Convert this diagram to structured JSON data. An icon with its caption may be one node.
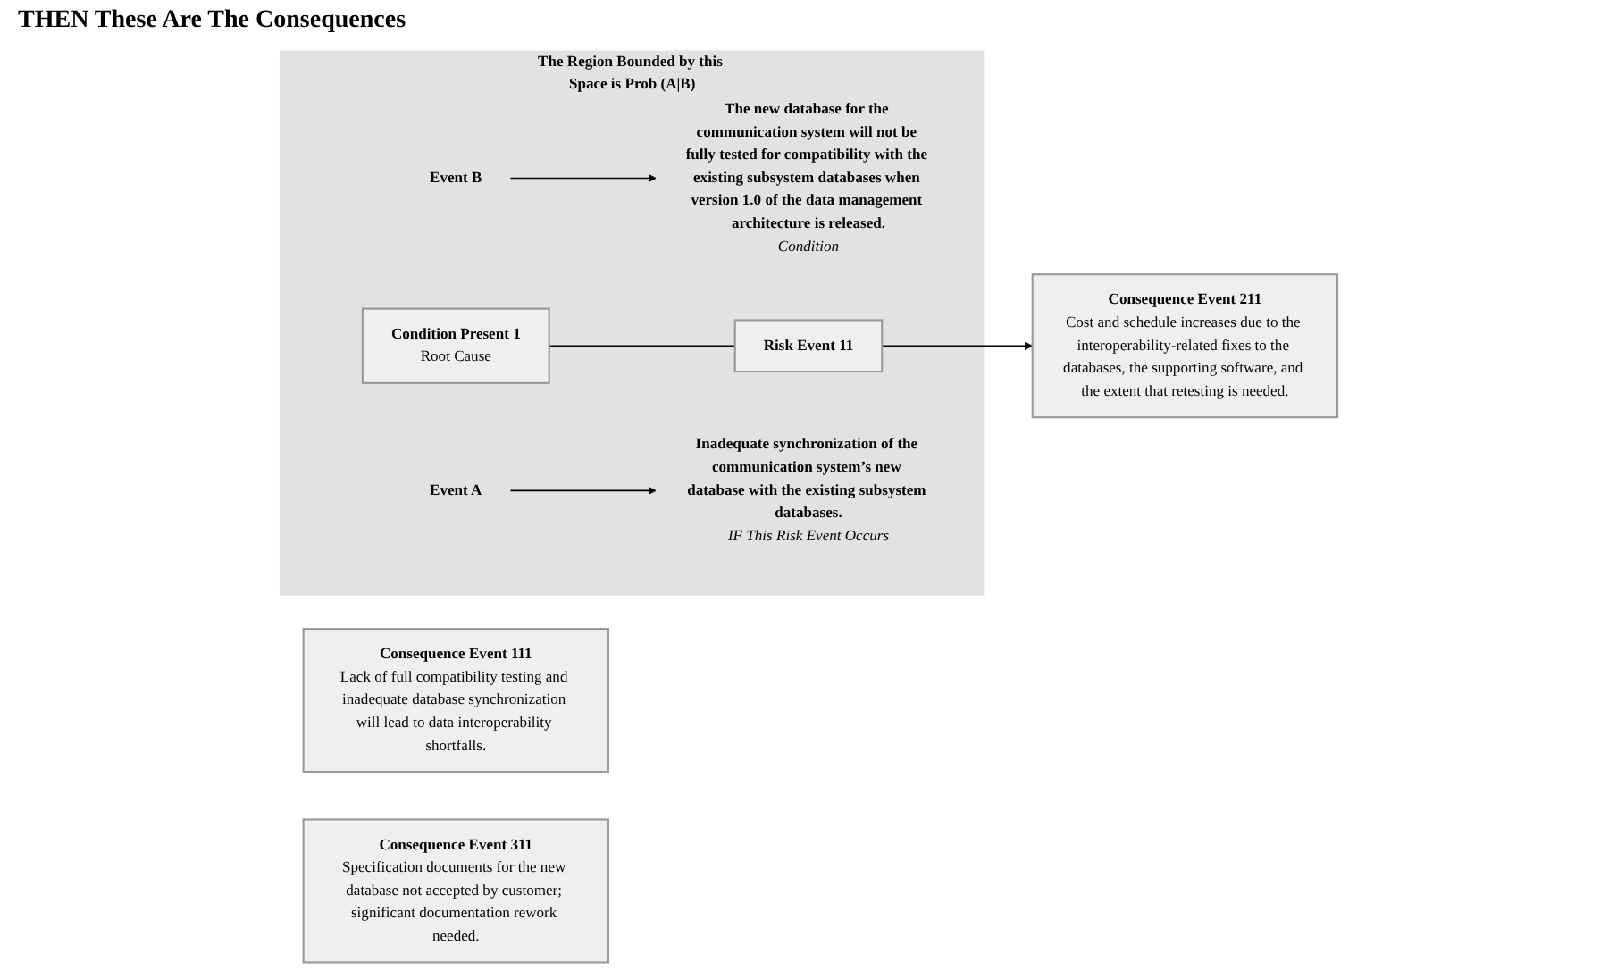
{
  "diagram": {
    "nodes": [
      {
        "text": [
          "The Region Bounded by this Space is Prob (A|B)"
        ]
      },
      {
        "text": [
          "Condition Present 1",
          "Root Cause"
        ],
        "in": 0
      },
      {
        "text": [
          "Event B"
        ],
        "in": 0
      },
      {
        "text": [
          "The new database for the communication system will not be fully tested for compatibility with the existing subsystem databases when version 1.0 of the data management architecture is released."
        ],
        "in": 0,
        "beside": [
          "Condition"
        ]
      },
      {
        "text": [
          "Risk Event 11"
        ],
        "in": 0
      },
      {
        "text": [
          "Inadequate synchronization of the communication system’s new database with the existing subsystem databases."
        ],
        "in": 0,
        "beside": [
          "IF This Risk Event Occurs"
        ]
      },
      {
        "text": [
          "Event A"
        ],
        "in": 0
      },
      {
        "text": [
          "Consequence Event 111",
          "Lack of full compatibility testing and inadequate database synchronization will lead to data interoperability shortfalls."
        ]
      },
      {
        "text": [
          "Consequence Event 211",
          "Cost and schedule increases due to the interoperability-related fixes to the databases, the supporting software, and the extent that retesting is needed."
        ]
      },
      {
        "text": [
          "Consequence Event 311",
          "Specification documents for the new database not accepted by customer; significant documentation rework needed."
        ]
      }
    ],
    "edges": [
      {
        "from": 2,
        "to": 3,
        "arrow": "to"
      },
      {
        "from": 1,
        "to": 4,
        "arrow": "none"
      },
      {
        "from": 6,
        "to": 5,
        "arrow": "to"
      },
      {
        "from": 4,
        "to": 8,
        "arrow": "to"
      }
    ],
    "labels": [
      "THEN These Are The Consequences"
    ]
  }
}
